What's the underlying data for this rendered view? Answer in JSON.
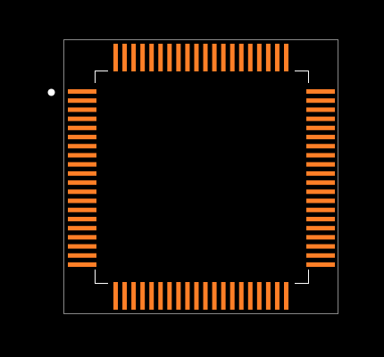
{
  "footprint": {
    "package": "quad-flat-package",
    "pins_per_side": 20,
    "total_pins": 80,
    "pin1_marker": "top-left",
    "pin1_marker_shape": "dot"
  },
  "colors": {
    "background": "#000000",
    "pad": "#ff7f27",
    "silkscreen": "#ffffff",
    "courtyard": "#888888"
  }
}
